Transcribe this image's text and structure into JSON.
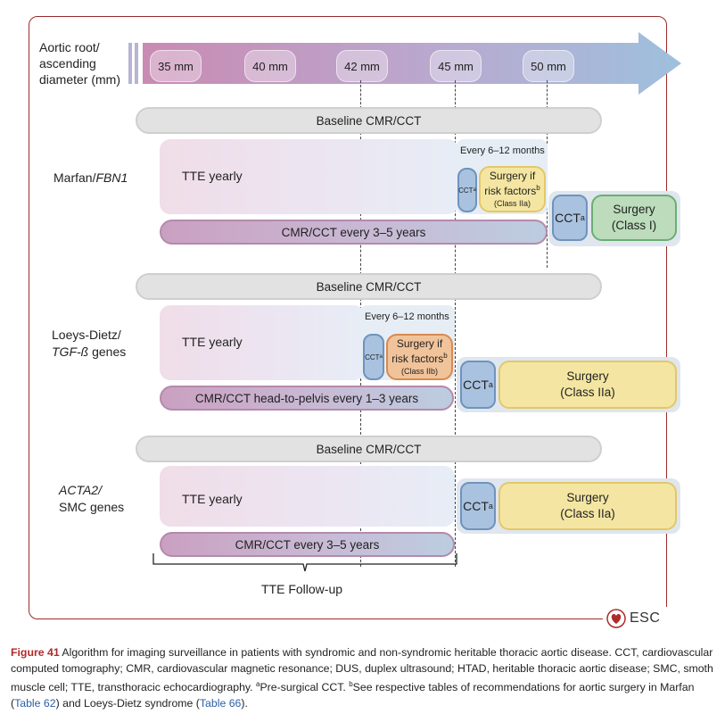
{
  "axis": {
    "label_line1": "Aortic root/",
    "label_line2": "ascending",
    "label_line3": "diameter (mm)",
    "ticks": [
      "35 mm",
      "40 mm",
      "42 mm",
      "45 mm",
      "50 mm"
    ]
  },
  "marfan": {
    "label_plain": "Marfan/",
    "label_italic": "FBN1",
    "baseline": "Baseline CMR/CCT",
    "tte": "TTE yearly",
    "every": "Every 6–12 months",
    "cct_small": "CCT",
    "sup": "a",
    "surgery_if_line1": "Surgery if",
    "surgery_if_line2": "risk factors",
    "surgery_if_sup": "b",
    "surgery_if_class": "(Class IIa)",
    "cmr": "CMR/CCT every 3–5 years",
    "cct_big": "CCT",
    "surgery_line1": "Surgery",
    "surgery_line2": "(Class I)"
  },
  "loeys": {
    "label_line1": "Loeys-Dietz/",
    "label_italic": "TGF-ß",
    "label_rest": " genes",
    "baseline": "Baseline CMR/CCT",
    "tte": "TTE yearly",
    "every": "Every 6–12 months",
    "cct_small": "CCT",
    "sup": "a",
    "surgery_if_line1": "Surgery if",
    "surgery_if_line2": "risk factors",
    "surgery_if_sup": "b",
    "surgery_if_class": "(Class IIb)",
    "cmr": "CMR/CCT head-to-pelvis every 1–3 years",
    "cct_big": "CCT",
    "surgery_line1": "Surgery",
    "surgery_line2": "(Class IIa)"
  },
  "acta2": {
    "label_italic": "ACTA2/",
    "label_line2": "SMC genes",
    "baseline": "Baseline CMR/CCT",
    "tte": "TTE yearly",
    "cmr": "CMR/CCT every 3–5 years",
    "cct_big": "CCT",
    "sup": "a",
    "surgery_line1": "Surgery",
    "surgery_line2": "(Class IIa)"
  },
  "followup": "TTE Follow-up",
  "logo": "ESC",
  "caption": {
    "fig": "Figure 41",
    "text1": " Algorithm for imaging surveillance in patients with syndromic and non-syndromic heritable thoracic aortic disease. CCT, cardiovascular computed tomography; CMR, cardiovascular magnetic resonance; DUS, duplex ultrasound; HTAD, heritable thoracic aortic disease; SMC, smoth muscle cell; TTE, transthoracic echocardiography. ",
    "sup_a": "a",
    "text2": "Pre-surgical CCT. ",
    "sup_b": "b",
    "text3": "See respective tables of recommendations for aortic surgery in Marfan (",
    "link1": "Table 62",
    "text4": ") and Loeys-Dietz syndrome (",
    "link2": "Table 66",
    "text5": ")."
  },
  "colors": {
    "frame": "#9b2a2a",
    "arrow_start": "#c98ab3",
    "arrow_end": "#9ec0dd",
    "figure_label": "#b02a2a",
    "link": "#2a5fa8"
  }
}
